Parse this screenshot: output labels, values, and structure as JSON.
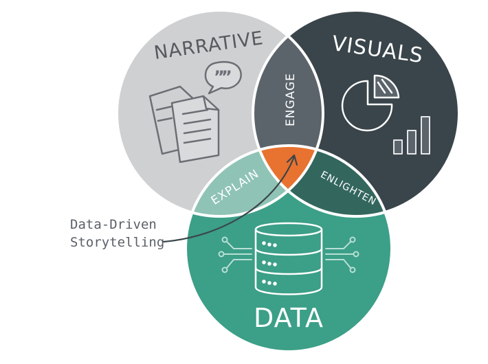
{
  "diagram": {
    "circles": {
      "narrative": {
        "label": "NARRATIVE",
        "color": "#cfd0d2"
      },
      "visuals": {
        "label": "VISUALS",
        "color": "#3a454b"
      },
      "data": {
        "label": "DATA",
        "color": "#3c9f88"
      }
    },
    "intersections": {
      "engage": {
        "label": "ENGAGE",
        "color": "#5c646b"
      },
      "explain": {
        "label": "EXPLAIN",
        "color": "#8fc3b6"
      },
      "enlighten": {
        "label": "ENLIGHTEN",
        "color": "#33675e"
      },
      "center": {
        "color": "#e8722f"
      }
    },
    "callout": {
      "line1": "Data-Driven",
      "line2": "Storytelling"
    },
    "icons": [
      "documents-icon",
      "speech-bubble-icon",
      "pie-chart-icon",
      "bar-chart-icon",
      "database-icon",
      "circuit-icon"
    ]
  }
}
